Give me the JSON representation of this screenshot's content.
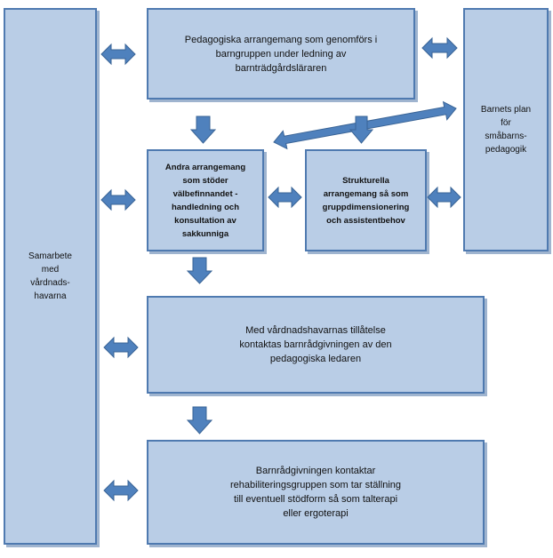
{
  "diagram": {
    "nodes": {
      "left": "Samarbete\nmed\nvårdnads-\nhavarna",
      "top": "Pedagogiska arrangemang som genomförs i\nbarngruppen under ledning av\nbarnträdgårdsläraren",
      "right": "Barnets plan\nför\nsmåbarns-\npedagogik",
      "support": "Andra arrangemang\nsom stöder\nvälbefinnandet -\nhandledning och\nkonsultation av\nsakkunniga",
      "structural": "Strukturella\narrangemang så som\ngruppdimensionering\noch assistentbehov",
      "contact": "Med vårdnadshavarnas tillåtelse\nkontaktas barnrådgivningen av den\npedagogiska ledaren",
      "rehab": "Barnrådgivningen kontaktar\nrehabiliteringsgruppen som tar ställning\ntill eventuell stödform så som talterapi\neller ergoterapi"
    },
    "colors": {
      "box_fill": "#b9cde6",
      "box_border": "#4f7ab0",
      "arrow_fill": "#4f81bd",
      "arrow_stroke": "#3a6496"
    }
  }
}
